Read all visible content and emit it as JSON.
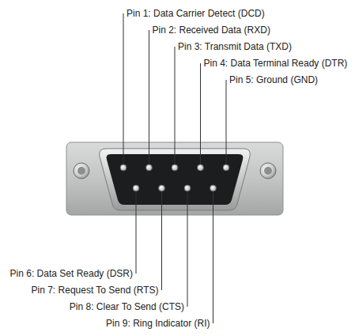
{
  "diagram": {
    "labels": [
      "Pin 1: Data Carrier Detect (DCD)",
      "Pin 2: Received Data (RXD)",
      "Pin 3: Transmit Data (TXD)",
      "Pin 4: Data Terminal Ready (DTR)",
      "Pin 5: Ground (GND)",
      "Pin 6: Data Set Ready (DSR)",
      "Pin 7: Request To Send (RTS)",
      "Pin 8: Clear To Send (CTS)",
      "Pin 9: Ring Indicator (RI)"
    ]
  }
}
